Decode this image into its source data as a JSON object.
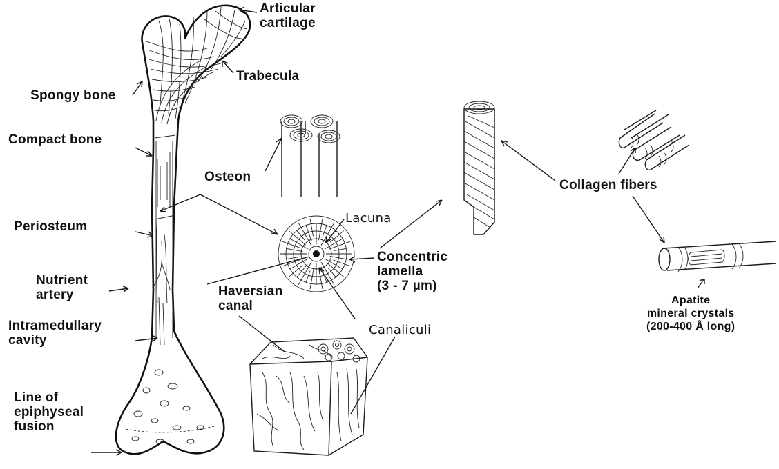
{
  "labels": {
    "articular_cartilage": "Articular\ncartilage",
    "trabecula": "Trabecula",
    "spongy_bone": "Spongy bone",
    "compact_bone": "Compact bone",
    "osteon": "Osteon",
    "periosteum": "Periosteum",
    "lacuna": "Lacuna",
    "nutrient_artery": "Nutrient\nartery",
    "concentric_lamella": "Concentric\nlamella\n(3 - 7 µm)",
    "haversian_canal": "Haversian\ncanal",
    "intramedullary_cavity": "Intramedullary\ncavity",
    "canaliculi": "Canaliculi",
    "line_of_epiphyseal_fusion": "Line of\nepiphyseal\nfusion",
    "collagen_fibers": "Collagen fibers",
    "apatite_mineral_crystals": "Apatite\nmineral crystals\n(200-400 Å long)"
  }
}
